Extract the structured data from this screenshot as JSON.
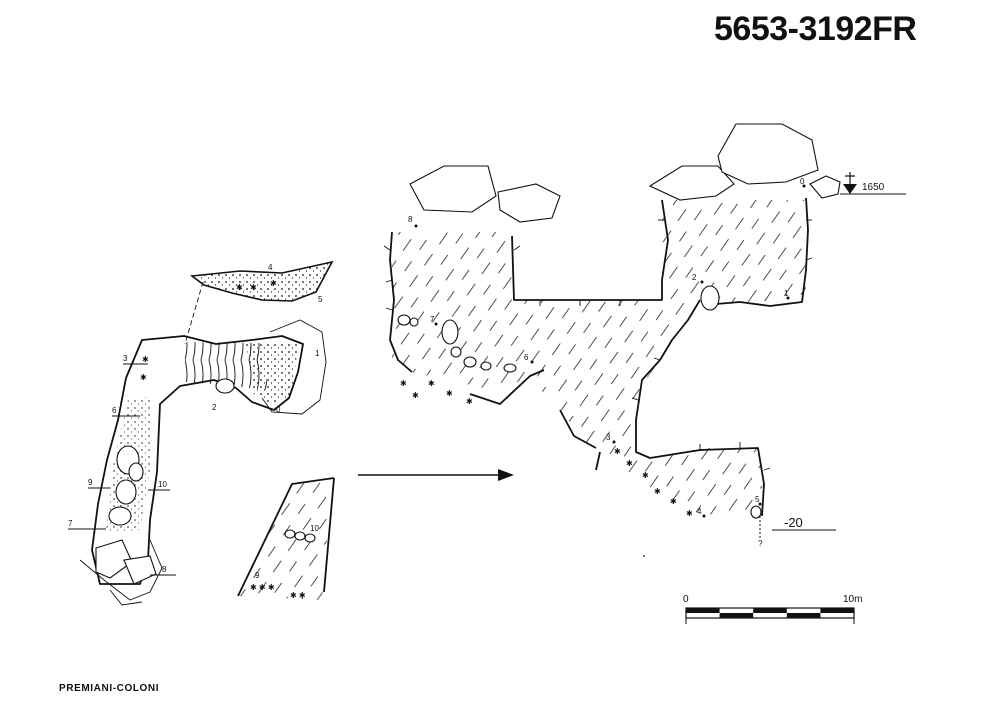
{
  "header": {
    "cave_number": "5653-3192FR"
  },
  "footer": {
    "authors": "PREMIANI-COLONI"
  },
  "plan": {
    "stations": [
      "1",
      "2",
      "3",
      "4",
      "5",
      "6",
      "7",
      "8",
      "9",
      "10",
      "0"
    ]
  },
  "section": {
    "stations": [
      "0",
      "1",
      "2",
      "3",
      "4",
      "5",
      "6",
      "7",
      "8",
      "?"
    ],
    "entrance_altitude": "1650",
    "depth_label": "-20"
  },
  "detail": {
    "stations": [
      "10",
      "9"
    ]
  },
  "scale_bar": {
    "start_label": "0",
    "end_label": "10m",
    "segments": 5
  },
  "icons": [
    "arrow-right-icon",
    "altitude-marker-icon",
    "snow-asterisk-icon"
  ]
}
